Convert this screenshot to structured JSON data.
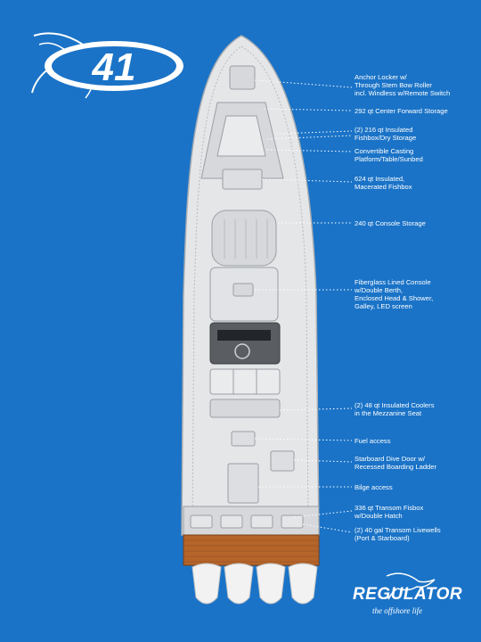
{
  "model_badge": {
    "text": "41"
  },
  "callouts": [
    {
      "text": "Anchor Locker w/\nThrough Stem Bow Roller\nincl. Windless w/Remote Switch"
    },
    {
      "text": "292 qt Center Forward Storage"
    },
    {
      "text": "(2) 216 qt Insulated\nFishbox/Dry Storage"
    },
    {
      "text": "Convertible Casting\nPlatform/Table/Sunbed"
    },
    {
      "text": "624 qt Insulated,\nMacerated Fishbox"
    },
    {
      "text": "240 qt Console Storage"
    },
    {
      "text": "Fiberglass Lined Console\nw/Double Berth,\nEnclosed Head & Shower,\nGalley, LED screen"
    },
    {
      "text": "(2) 48 qt Insulated Coolers\nin the Mezzanine Seat"
    },
    {
      "text": "Fuel access"
    },
    {
      "text": "Starboard Dive Door w/\nRecessed Boarding Ladder"
    },
    {
      "text": "Bilge access"
    },
    {
      "text": "336 qt Transom Fisbox\nw/Double Hatch"
    },
    {
      "text": "(2) 40 gal Transom Livewells\n(Port & Starboard)"
    }
  ],
  "brand": {
    "name": "REGULATOR",
    "tagline": "the offshore life"
  },
  "colors": {
    "background": "#1a73c7",
    "hull": "#e4e6e8",
    "deck": "#d6d8db",
    "teak": "#b5652a",
    "engine": "#f2f2f2"
  }
}
